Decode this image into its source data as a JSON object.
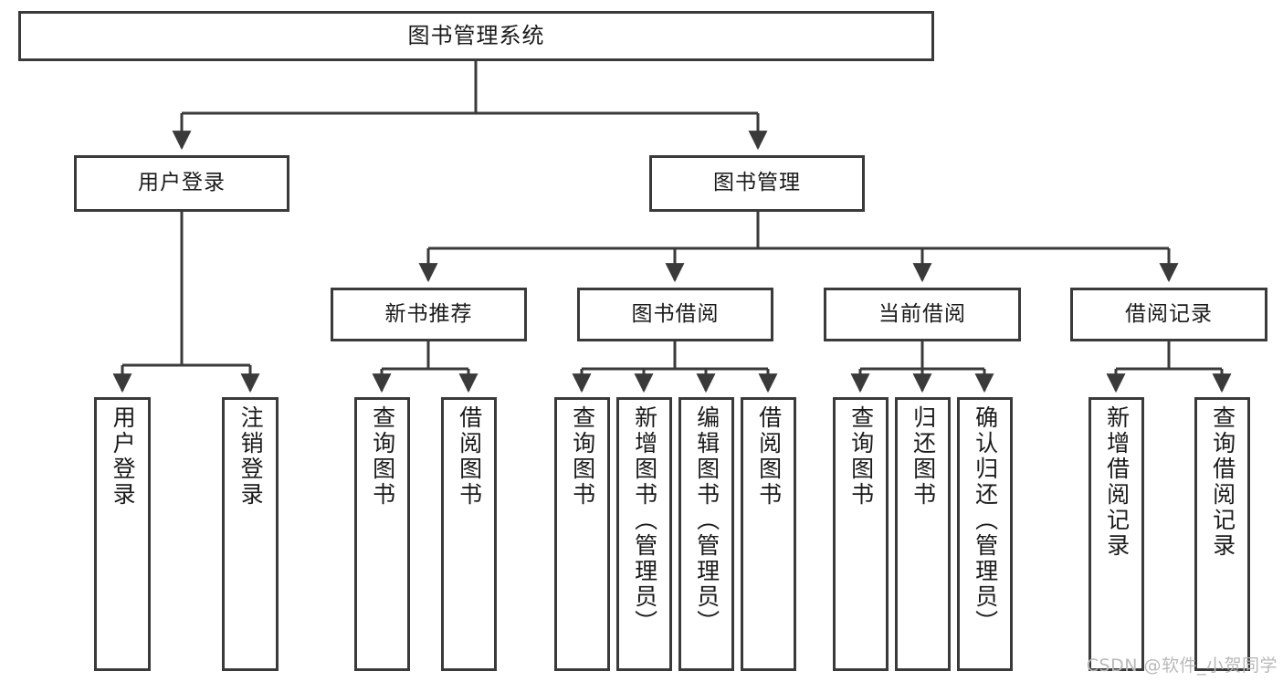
{
  "diagram": {
    "title": "图书管理系统",
    "type": "tree-hierarchy",
    "stroke_color": "#3a3a3a",
    "background_color": "#ffffff",
    "text_color": "#1a1a1a",
    "levels": 4
  },
  "root": {
    "label": "图书管理系统"
  },
  "level2": [
    {
      "label": "用户登录"
    },
    {
      "label": "图书管理"
    }
  ],
  "level3": [
    {
      "label": "新书推荐"
    },
    {
      "label": "图书借阅"
    },
    {
      "label": "当前借阅"
    },
    {
      "label": "借阅记录"
    }
  ],
  "leaves": {
    "user_login": [
      {
        "label": "用户登录"
      },
      {
        "label": "注销登录"
      }
    ],
    "new_book_recommend": [
      {
        "label": "查询图书"
      },
      {
        "label": "借阅图书"
      }
    ],
    "book_borrow": [
      {
        "label": "查询图书"
      },
      {
        "label": "新增图书（管理员）"
      },
      {
        "label": "编辑图书（管理员）"
      },
      {
        "label": "借阅图书"
      }
    ],
    "current_borrow": [
      {
        "label": "查询图书"
      },
      {
        "label": "归还图书"
      },
      {
        "label": "确认归还（管理员）"
      }
    ],
    "borrow_record": [
      {
        "label": "新增借阅记录"
      },
      {
        "label": "查询借阅记录"
      }
    ]
  },
  "watermark": {
    "text": "CSDN @软件_小贺同学"
  }
}
